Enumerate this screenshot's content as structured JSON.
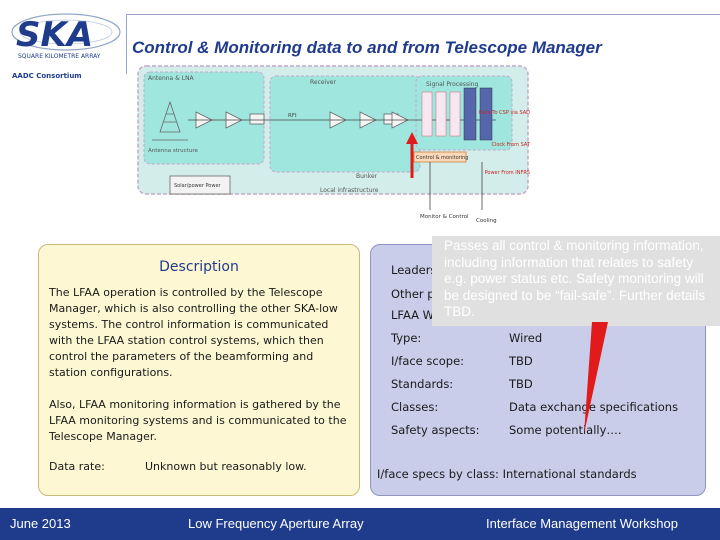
{
  "header": {
    "logo_text": "SKA",
    "logo_subtext": "SQUARE KILOMETRE ARRAY",
    "consortium": "AADC Consortium",
    "title": "Control & Monitoring data to and from Telescope Manager"
  },
  "diagram": {
    "antenna_group": "Antenna & LNA",
    "antenna_structure": "Antenna structure",
    "receiver": "Receiver",
    "signal_processing": "Signal Processing",
    "rfi_label": "RFI",
    "control_box": "Control & monitoring",
    "power_box": "Solar/power Power",
    "bunker": "Bunker",
    "local_infra": "Local infrastructure",
    "monitor_box": "Monitor & Control",
    "cooling": "Cooling",
    "out_data": "Data To CSP via SAD",
    "out_clock": "Clock From SAT",
    "out_power": "Power From INFRS",
    "colors": {
      "outer_fill": "#d3eeea",
      "outer_border": "#c6a7c9",
      "inner_fill": "#9fe6df",
      "arrow": "#e11b1b"
    }
  },
  "description": {
    "title": "Description",
    "p1": "The LFAA operation is controlled by the Telescope Manager, which is also controlling the other SKA-low systems. The control information is communicated with the LFAA station control systems, which then control the parameters of the beamforming and station configurations.",
    "p2": "Also, LFAA monitoring information is gathered by the LFAA monitoring systems and is communicated to the Telescope Manager.",
    "rate_label": "Data rate:",
    "rate_value": "Unknown but reasonably low."
  },
  "properties": {
    "rows": [
      {
        "label": "Leaders",
        "value": ""
      },
      {
        "label": "Other p",
        "value": ""
      },
      {
        "label": "LFAA W",
        "value": ""
      },
      {
        "label": "Type:",
        "value": "Wired"
      },
      {
        "label": "I/face scope:",
        "value": "TBD"
      },
      {
        "label": "Standards:",
        "value": "TBD"
      },
      {
        "label": "Classes:",
        "value": "Data exchange specifications"
      },
      {
        "label": "Safety aspects:",
        "value": "Some potentially…."
      }
    ],
    "footer_row": "I/face specs by class: International standards"
  },
  "callout": {
    "text": "Passes all control & monitoring information, including information that relates to safety e.g. power status etc. Safety monitoring will be designed to be “fail-safe”. Further details TBD."
  },
  "footer": {
    "date": "June 2013",
    "center": "Low Frequency Aperture Array",
    "right": "Interface Management Workshop",
    "band_color": "#1f3b8c"
  }
}
